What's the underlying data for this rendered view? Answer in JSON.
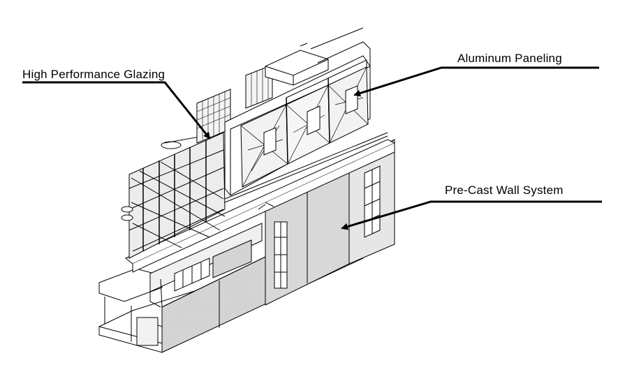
{
  "callouts": {
    "glazing": "High Performance  Glazing",
    "aluminum": "Aluminum Paneling",
    "precast": "Pre-Cast  Wall System"
  },
  "colors": {
    "line": "#000000",
    "panel_fill": "#d6d6d6",
    "glass_fill": "#e8e8e8",
    "paper": "#ffffff"
  }
}
